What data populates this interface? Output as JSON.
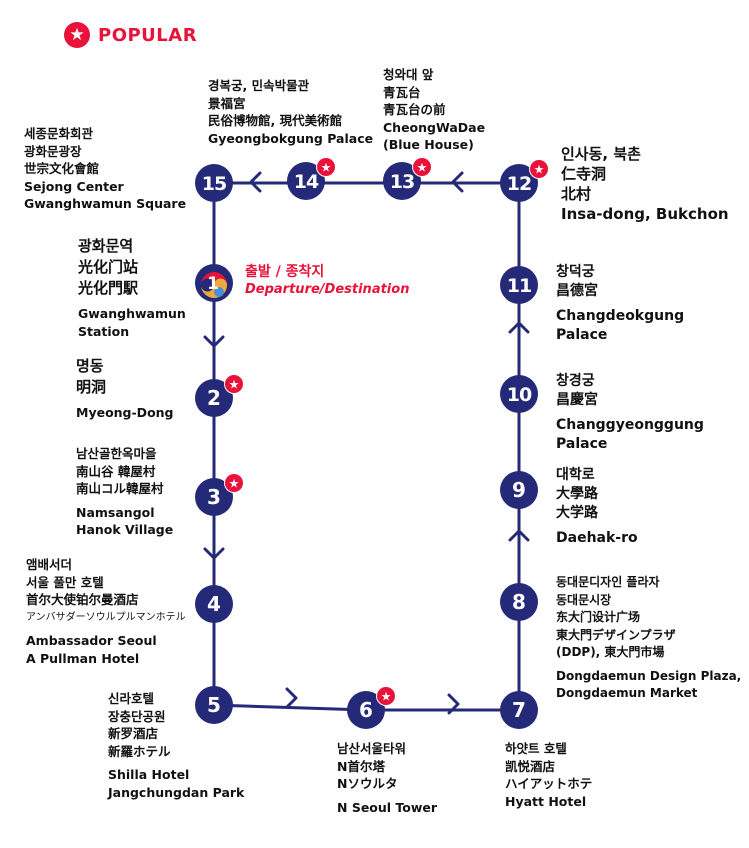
{
  "legend": {
    "label": "POPULAR",
    "star": "★",
    "color": "#e8123a"
  },
  "colors": {
    "route": "#242a78",
    "stop_fill": "#242a78",
    "stop_text": "#ffffff",
    "popular": "#e8123a"
  },
  "origin": {
    "ko": "출발 / 종착지",
    "en": "Departure/Destination"
  },
  "stops": [
    {
      "num": "1",
      "popular": false,
      "lines": [
        "광화문역",
        "光化门站",
        "光化門駅"
      ],
      "en": [
        "Gwanghwamun",
        "Station"
      ]
    },
    {
      "num": "2",
      "popular": true,
      "lines": [
        "명동",
        "明洞"
      ],
      "en": [
        "Myeong-Dong"
      ]
    },
    {
      "num": "3",
      "popular": true,
      "lines": [
        "남산골한옥마을",
        "南山谷 韓屋村",
        "南山コル韓屋村"
      ],
      "en": [
        "Namsangol",
        "Hanok Village"
      ]
    },
    {
      "num": "4",
      "popular": false,
      "lines": [
        "앰배서더",
        "서울 풀만 호텔",
        "首尔大使铂尔曼酒店",
        "アンバサダーソウルプルマンホテル"
      ],
      "en": [
        "Ambassador Seoul",
        "A Pullman Hotel"
      ]
    },
    {
      "num": "5",
      "popular": false,
      "lines": [
        "신라호텔",
        "장충단공원",
        "新罗酒店",
        "新羅ホテル"
      ],
      "en": [
        "Shilla Hotel",
        "Jangchungdan Park"
      ]
    },
    {
      "num": "6",
      "popular": true,
      "lines": [
        "남산서울타워",
        "N首尔塔",
        "Nソウルタ"
      ],
      "en": [
        "N Seoul Tower"
      ]
    },
    {
      "num": "7",
      "popular": false,
      "lines": [
        "하얏트 호텔",
        "凯悦酒店",
        "ハイアットホテ",
        "Hyatt Hotel"
      ],
      "en": []
    },
    {
      "num": "8",
      "popular": false,
      "lines": [
        "동대문디자인 플라자",
        "동대문시장",
        "东大门设计广场",
        "東大門デザインプラザ",
        "(DDP), 東大門市場"
      ],
      "en": [
        "Dongdaemun Design Plaza,",
        "Dongdaemun Market"
      ]
    },
    {
      "num": "9",
      "popular": false,
      "lines": [
        "대학로",
        "大學路",
        "大学路"
      ],
      "en": [
        "Daehak-ro"
      ]
    },
    {
      "num": "10",
      "popular": false,
      "lines": [
        "창경궁",
        "昌慶宮"
      ],
      "en": [
        "Changgyeonggung",
        "Palace"
      ]
    },
    {
      "num": "11",
      "popular": false,
      "lines": [
        "창덕궁",
        "昌德宮"
      ],
      "en": [
        "Changdeokgung",
        "Palace"
      ]
    },
    {
      "num": "12",
      "popular": true,
      "lines": [
        "인사동, 북촌",
        "仁寺洞",
        "北村",
        "Insa-dong, Bukchon"
      ],
      "en": []
    },
    {
      "num": "13",
      "popular": true,
      "lines": [
        "청와대 앞",
        "青瓦台",
        "青瓦台の前",
        "CheongWaDae",
        "(Blue House)"
      ],
      "en": []
    },
    {
      "num": "14",
      "popular": true,
      "lines": [
        "경복궁, 민속박물관",
        "景福宮",
        "民俗博物館, 現代美術館",
        "Gyeongbokgung Palace"
      ],
      "en": []
    },
    {
      "num": "15",
      "popular": false,
      "lines": [
        "세종문화회관",
        "광화문광장",
        "世宗文化會館",
        "Sejong Center",
        "Gwanghwamun Square"
      ],
      "en": []
    }
  ]
}
